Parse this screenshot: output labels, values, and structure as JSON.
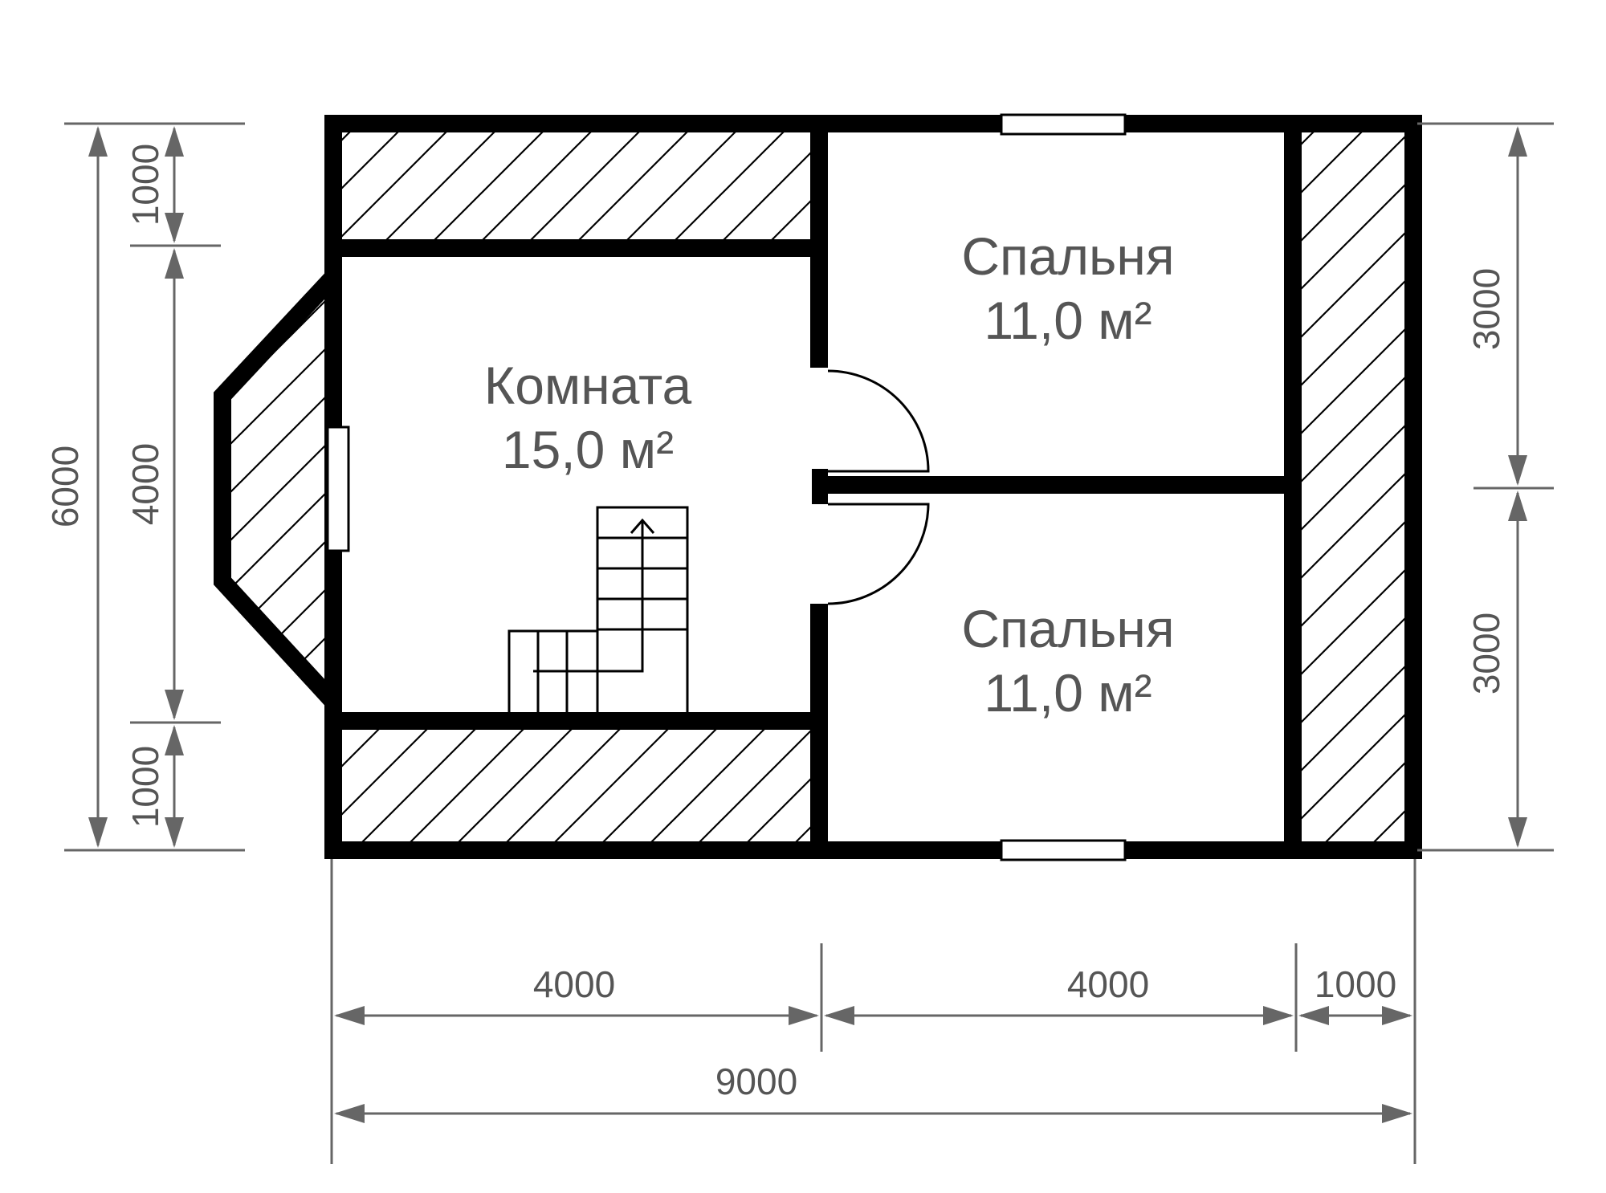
{
  "rooms": {
    "komnata": {
      "name": "Комната",
      "area": "15,0 м²"
    },
    "bedroom_top": {
      "name": "Спальня",
      "area": "11,0 м²"
    },
    "bedroom_bottom": {
      "name": "Спальня",
      "area": "11,0 м²"
    }
  },
  "dimensions": {
    "left_total": "6000",
    "left_top": "1000",
    "left_middle": "4000",
    "left_bottom": "1000",
    "right_top": "3000",
    "right_bottom": "3000",
    "bottom_seg1": "4000",
    "bottom_seg2": "4000",
    "bottom_seg3": "1000",
    "bottom_total": "9000"
  }
}
